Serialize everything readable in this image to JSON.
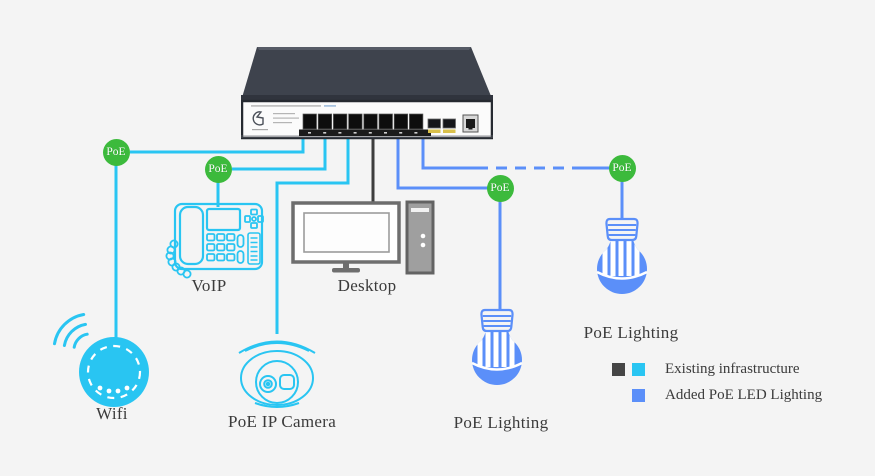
{
  "diagram": {
    "type": "network-topology"
  },
  "badge": {
    "label": "PoE"
  },
  "nodes": {
    "wifi": {
      "label": "Wifi"
    },
    "voip": {
      "label": "VoIP"
    },
    "desktop": {
      "label": "Desktop"
    },
    "camera": {
      "label": "PoE IP Camera"
    },
    "lighting_left": {
      "label": "PoE Lighting"
    },
    "lighting_right": {
      "label": "PoE Lighting"
    }
  },
  "legend": {
    "items": [
      {
        "label": "Existing infrastructure",
        "swatches": [
          "#454545",
          "#29c5f2"
        ]
      },
      {
        "label": "Added PoE LED Lighting",
        "swatches": [
          "#5b8ff9"
        ]
      }
    ]
  },
  "colors": {
    "background": "#f4f4f4",
    "existing_link": "#29c5f2",
    "added_link": "#5b8ff9",
    "desktop_link": "#3d3d3d",
    "poe_badge": "#3cba3c",
    "label_text": "#3b3b3b"
  },
  "connections": [
    {
      "from": "switch",
      "to": "wifi",
      "type": "existing",
      "poe": true
    },
    {
      "from": "switch",
      "to": "voip",
      "type": "existing",
      "poe": true
    },
    {
      "from": "switch",
      "to": "camera",
      "type": "existing",
      "poe": false
    },
    {
      "from": "switch",
      "to": "desktop",
      "type": "existing",
      "poe": false
    },
    {
      "from": "switch",
      "to": "lighting_left",
      "type": "added",
      "poe": true
    },
    {
      "from": "switch",
      "to": "lighting_right",
      "type": "added",
      "poe": true
    }
  ]
}
